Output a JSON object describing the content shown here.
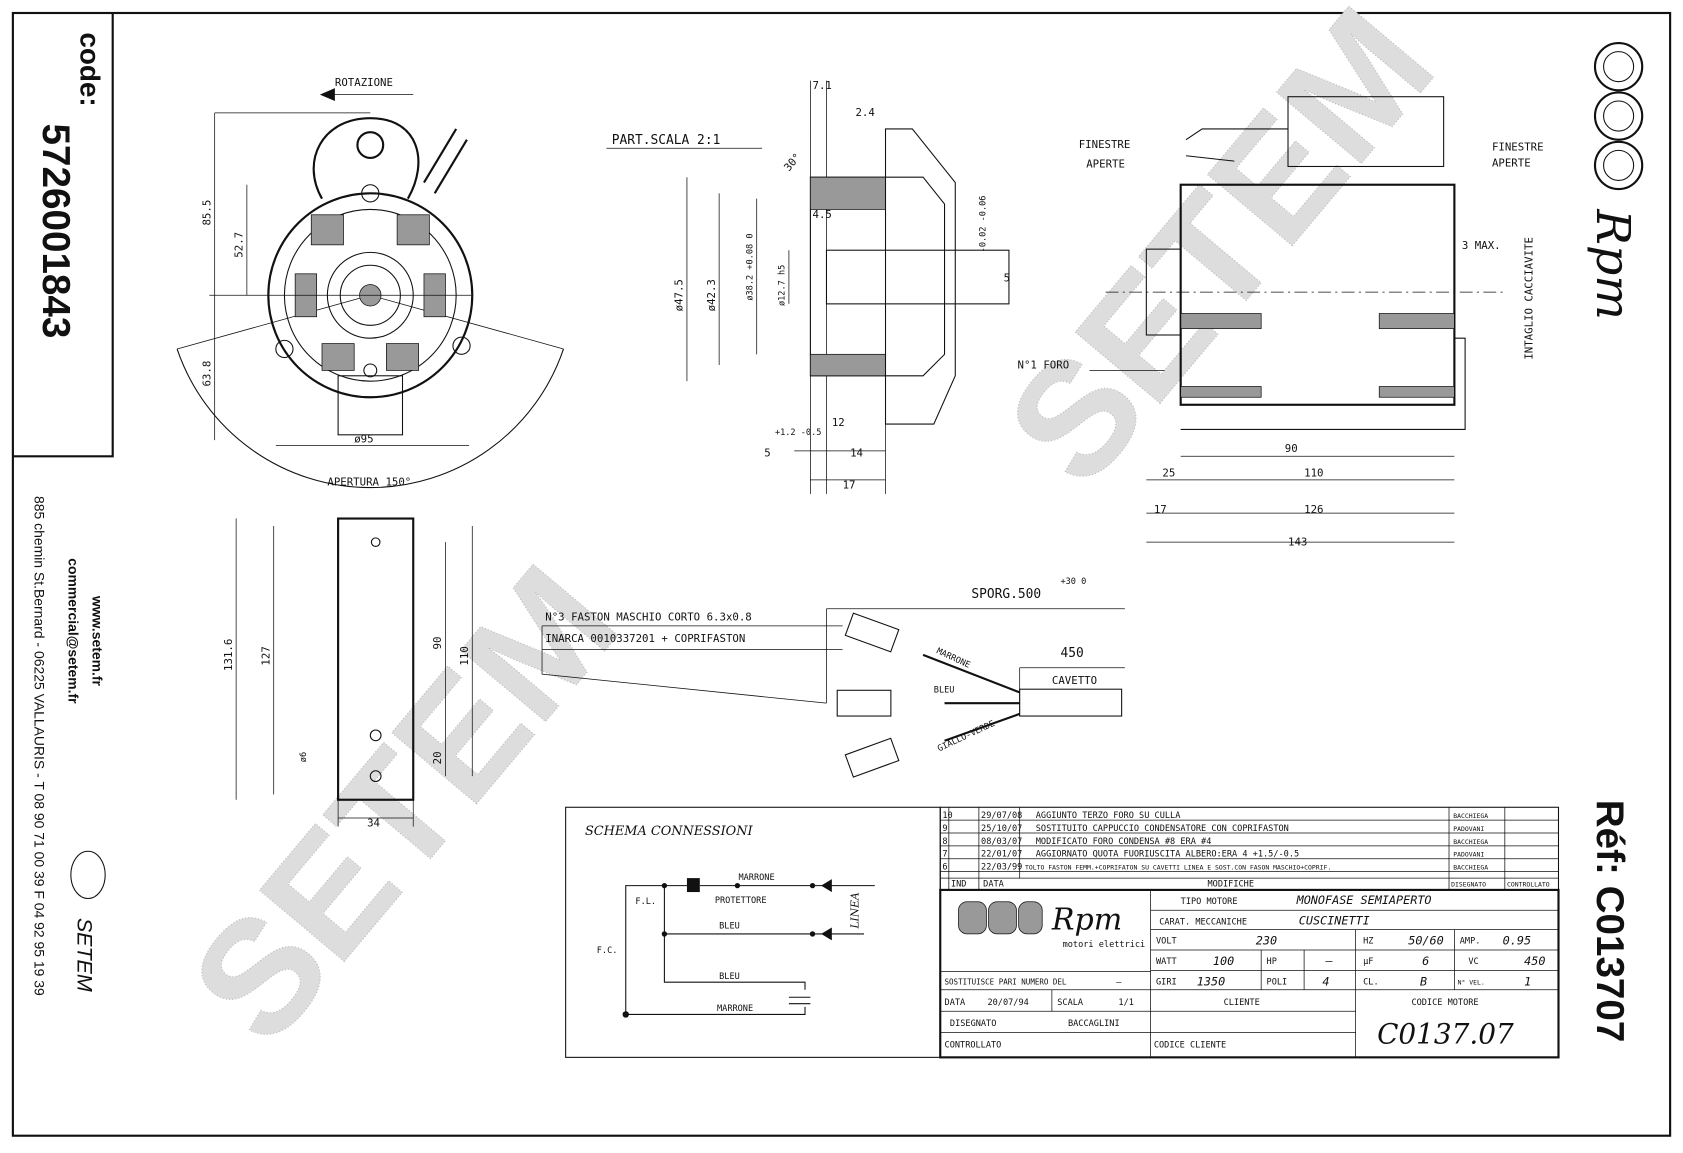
{
  "sidebar": {
    "code_label": "code:",
    "code": "5726001843",
    "website": "www.setem.fr",
    "email": "commercial@setem.fr",
    "address": "885 chemin St.Bernard  -  06225 VALLAURIS  -  T 08 90 71 00 39   F 04 92 95 19 39",
    "brand": "SETEM"
  },
  "right": {
    "brand": "Rpm",
    "ref": "Réf: C013707"
  },
  "watermark": "SETEM",
  "front_view": {
    "rotation": "ROTAZIONE",
    "d85": "85.5",
    "d52": "52.7",
    "d63": "63.8",
    "dia95": "ø95",
    "opening": "APERTURA 150°"
  },
  "bottom_view": {
    "d131": "131.6",
    "d127": "127",
    "d90": "90",
    "d110": "110",
    "d20": "20",
    "dia6": "ø6",
    "d34": "34"
  },
  "section": {
    "title": "PART.SCALA 2:1",
    "d7": "7.1",
    "d2": "2.4",
    "ang": "30°",
    "d45": "4.5",
    "dia47": "ø47.5",
    "dia42": "ø42.3",
    "dia38": "ø38.2 +0.08 0",
    "dia12": "ø12.7 h5",
    "tol": "-0.02 -0.06",
    "d5a": "5",
    "tol2": "+1.2 -0.5",
    "d5b": "5",
    "d12": "12",
    "d14": "14",
    "d17": "17"
  },
  "side_view": {
    "windows_left": [
      "FINESTRE",
      "APERTE"
    ],
    "windows_right": [
      "FINESTRE",
      "APERTE"
    ],
    "max": "3 MAX.",
    "slot": "INTAGLIO CACCIAVITE",
    "hole": "N°1 FORO",
    "d90": "90",
    "d25": "25",
    "d110": "110",
    "d17": "17",
    "d126": "126",
    "d143": "143"
  },
  "harness": {
    "faston": "N°3 FASTON MASCHIO CORTO 6.3x0.8",
    "inarca": "INARCA 0010337201 + COPRIFASTON",
    "sporg": "SPORG.500",
    "sporg_tol": "+30 0",
    "d450": "450",
    "cable": "CAVETTO",
    "wires": [
      "MARRONE",
      "BLEU",
      "GIALLO-VERDE"
    ]
  },
  "schema": {
    "title": "SCHEMA CONNESSIONI",
    "marrone_top": "MARRONE",
    "protector": "PROTETTORE",
    "bleu1": "BLEU",
    "bleu2": "BLEU",
    "marrone_bottom": "MARRONE",
    "fl": "F.L.",
    "fc": "F.C.",
    "linea": "LINEA"
  },
  "revisions": {
    "rows": [
      {
        "ind": "10",
        "data": "29/07/08",
        "mod": "AGGIUNTO TERZO FORO SU CULLA",
        "dis": "BACCHIEGA",
        "con": ""
      },
      {
        "ind": "9",
        "data": "25/10/07",
        "mod": "SOSTITUITO CAPPUCCIO CONDENSATORE CON COPRIFASTON",
        "dis": "PADOVANI",
        "con": ""
      },
      {
        "ind": "8",
        "data": "08/03/07",
        "mod": "MODIFICATO FORO CONDENSA #8 ERA #4",
        "dis": "BACCHIEGA",
        "con": ""
      },
      {
        "ind": "7",
        "data": "22/01/07",
        "mod": "AGGIORNATO QUOTA FUORIUSCITA ALBERO:ERA 4 +1.5/-0.5",
        "dis": "PADOVANI",
        "con": ""
      },
      {
        "ind": "6",
        "data": "22/03/99",
        "mod": "TOLTO FASTON FEMM.+COPRIFATON SU CAVETTI LINEA E SOST.CON FASON MASCHIO+COPRIF.",
        "dis": "BACCHIEGA",
        "con": ""
      }
    ],
    "header": {
      "ind": "IND",
      "data": "DATA",
      "mod": "MODIFICHE",
      "dis": "DISEGNATO",
      "con": "CONTROLLATO"
    }
  },
  "title_block": {
    "logo": "Rpm",
    "logo_sub": "motori elettrici",
    "replaces_label": "SOSTITUISCE PARI NUMERO DEL",
    "replaces": "—",
    "date_label": "DATA",
    "date": "20/07/94",
    "scale_label": "SCALA",
    "scale": "1/1",
    "drawn_label": "DISEGNATO",
    "drawn": "BACCAGLINI",
    "checked_label": "CONTROLLATO",
    "type_label": "TIPO MOTORE",
    "type": "MONOFASE SEMIAPERTO",
    "mech_label": "CARAT. MECCANICHE",
    "mech": "CUSCINETTI",
    "volt_label": "VOLT",
    "volt": "230",
    "hz_label": "HZ",
    "hz": "50/60",
    "amp_label": "AMP.",
    "amp": "0.95",
    "watt_label": "WATT",
    "watt": "100",
    "hp_label": "HP",
    "hp": "—",
    "uf_label": "µF",
    "uf": "6",
    "vc_label": "VC",
    "vc": "450",
    "rpm_label": "GIRI",
    "rpm": "1350",
    "poles_label": "POLI",
    "poles": "4",
    "cl_label": "CL.",
    "cl": "B",
    "speeds_label": "N° VEL.",
    "speeds": "1",
    "client_label": "CLIENTE",
    "client_code_label": "CODICE CLIENTE",
    "motor_code_label": "CODICE MOTORE",
    "motor_code": "C0137.07"
  }
}
